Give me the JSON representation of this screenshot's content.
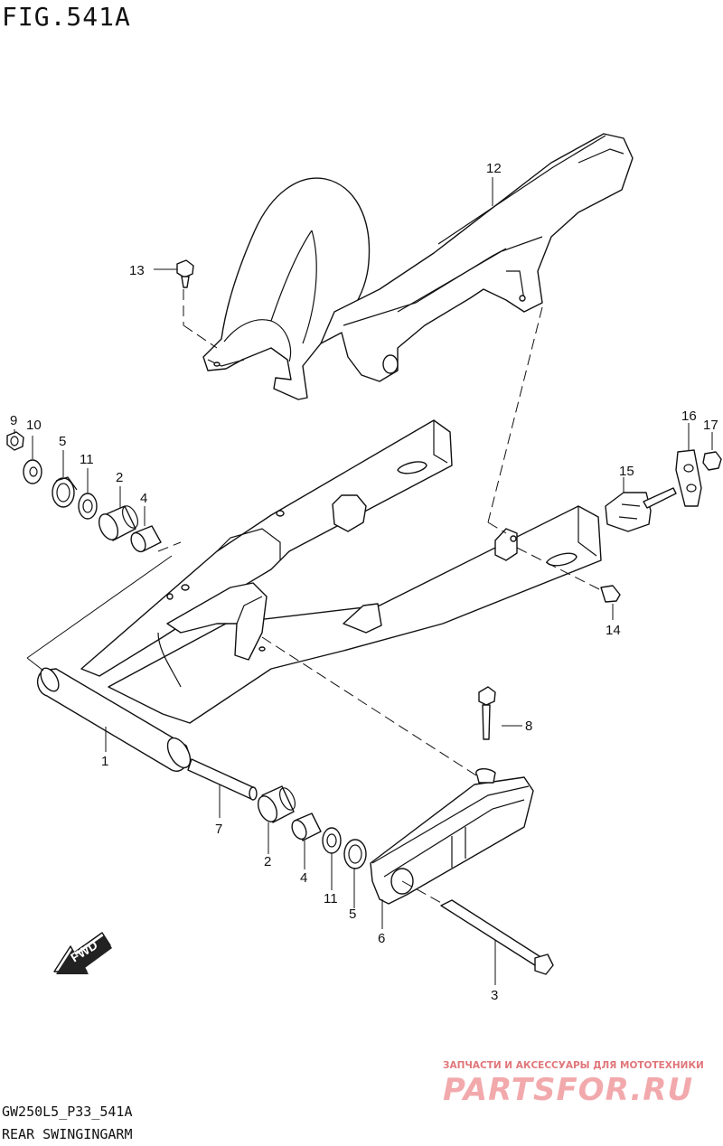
{
  "figure": {
    "title": "FIG.541A",
    "code": "GW250L5_P33_541A",
    "name": "REAR SWINGINGARM"
  },
  "fwd_label": "FWD",
  "watermark": {
    "line1": "ЗАПЧАСТИ И АКСЕССУАРЫ ДЛЯ МОТОТЕХНИКИ",
    "line2": "PARTSFOR.RU"
  },
  "callouts": {
    "c1": "1",
    "c2a": "2",
    "c2b": "2",
    "c3": "3",
    "c4a": "4",
    "c4b": "4",
    "c5a": "5",
    "c5b": "5",
    "c6": "6",
    "c7": "7",
    "c8": "8",
    "c9": "9",
    "c10": "10",
    "c11a": "11",
    "c11b": "11",
    "c12": "12",
    "c13": "13",
    "c14": "14",
    "c15": "15",
    "c16": "16",
    "c17": "17"
  }
}
